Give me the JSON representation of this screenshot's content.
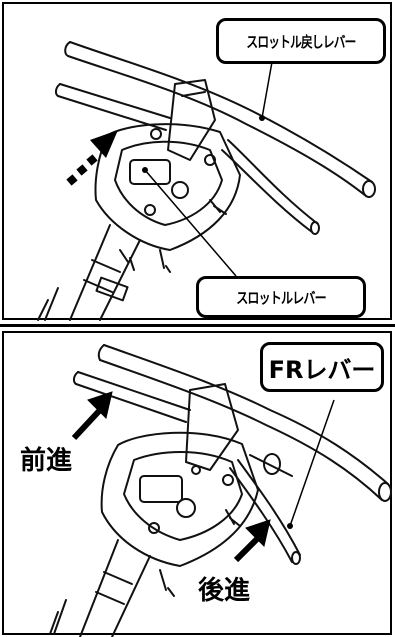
{
  "top_panel": {
    "callout_throttle_return": "スロットル戻しレバー",
    "callout_throttle": "スロットルレバー"
  },
  "bottom_panel": {
    "callout_fr_lever": "FRレバー",
    "label_forward": "前進",
    "label_reverse": "後進"
  }
}
